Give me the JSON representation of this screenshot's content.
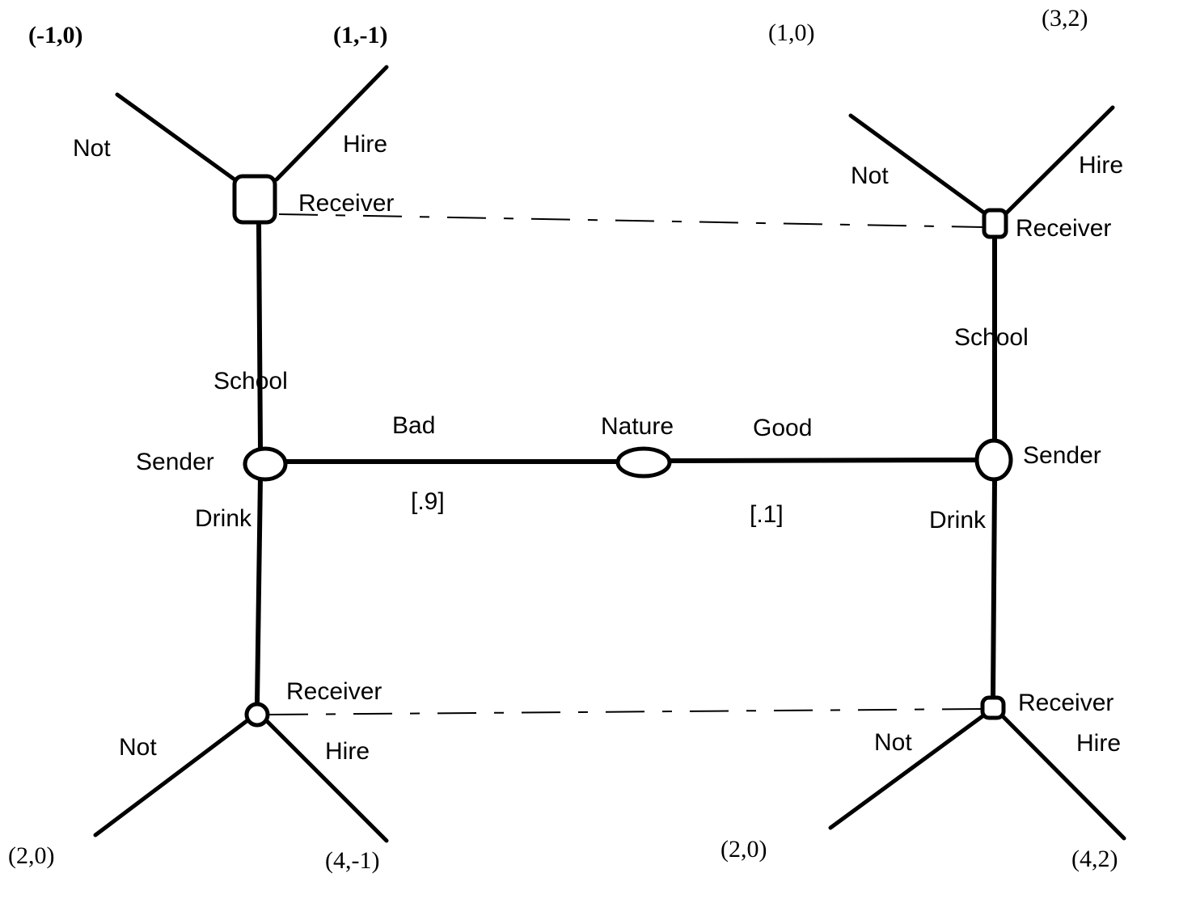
{
  "nature": {
    "label": "Nature"
  },
  "moves": {
    "bad": "Bad",
    "good": "Good",
    "bad_prob": "[.9]",
    "good_prob": "[.1]"
  },
  "left_sender": {
    "label": "Sender",
    "school": "School",
    "drink": "Drink"
  },
  "right_sender": {
    "label": "Sender",
    "school": "School",
    "drink": "Drink"
  },
  "top_left_receiver": {
    "label": "Receiver",
    "not": "Not",
    "hire": "Hire"
  },
  "top_right_receiver": {
    "label": "Receiver",
    "not": "Not",
    "hire": "Hire"
  },
  "bottom_left_receiver": {
    "label": "Receiver",
    "not": "Not",
    "hire": "Hire"
  },
  "bottom_right_receiver": {
    "label": "Receiver",
    "not": "Not",
    "hire": "Hire"
  },
  "payoffs": {
    "top_left_not": "(-1,0)",
    "top_left_hire": "(1,-1)",
    "top_right_not": "(1,0)",
    "top_right_hire": "(3,2)",
    "bottom_left_not": "(2,0)",
    "bottom_left_hire": "(4,-1)",
    "bottom_right_not": "(2,0)",
    "bottom_right_hire": "(4,2)"
  }
}
